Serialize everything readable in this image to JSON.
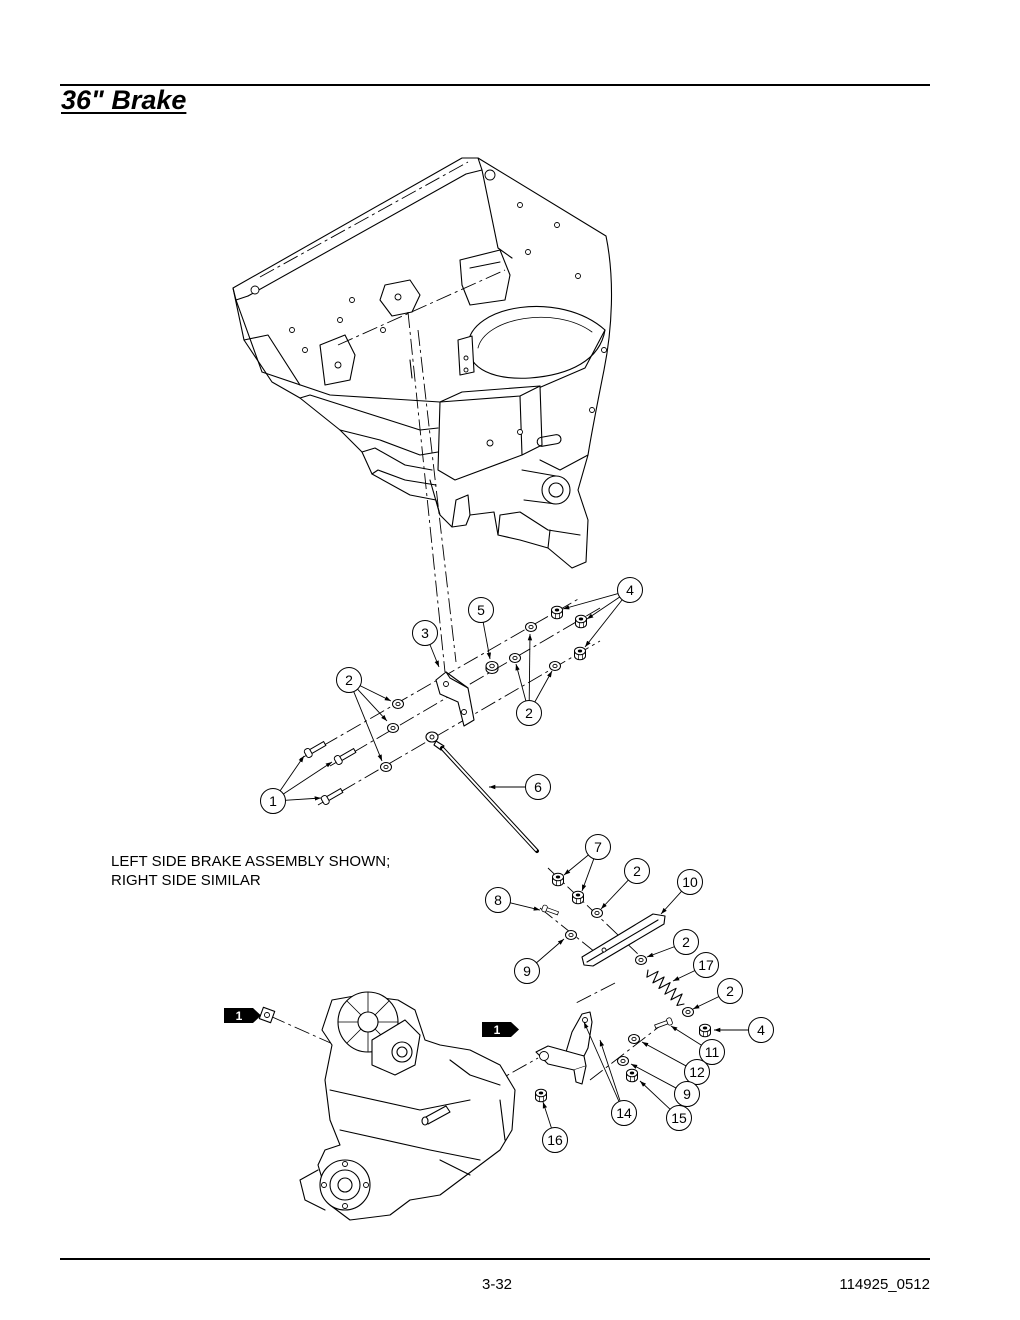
{
  "page": {
    "title": "36\" Brake",
    "page_number": "3-32",
    "doc_id": "114925_0512"
  },
  "note": {
    "line1": "LEFT SIDE BRAKE ASSEMBLY SHOWN;",
    "line2": "RIGHT SIDE SIMILAR"
  },
  "diagram": {
    "callouts": [
      "4",
      "5",
      "3",
      "2",
      "2",
      "6",
      "1",
      "7",
      "2",
      "10",
      "8",
      "2",
      "9",
      "17",
      "2",
      "4",
      "11",
      "12",
      "9",
      "14",
      "15",
      "16"
    ],
    "reference_badges": [
      "1",
      "1"
    ],
    "colors": {
      "line": "#000000",
      "background": "#ffffff",
      "badge": "#000000"
    }
  }
}
